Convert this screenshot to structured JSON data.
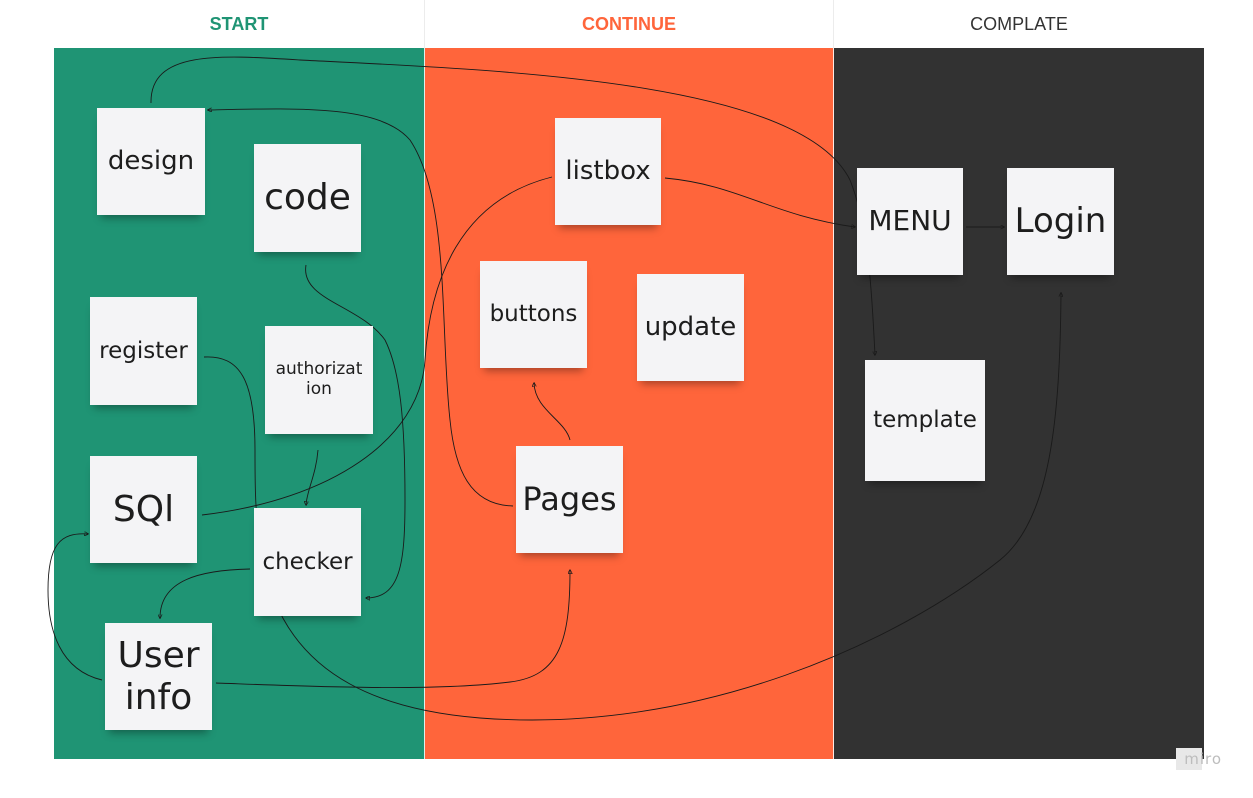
{
  "columns": [
    {
      "key": "start",
      "title": "START",
      "color": "#1f9474",
      "title_color": "#1f9474"
    },
    {
      "key": "continue",
      "title": "CONTINUE",
      "color": "#ff653b",
      "title_color": "#ff653b"
    },
    {
      "key": "complete",
      "title": "COMPLATE",
      "color": "#323232",
      "title_color": "#333333"
    }
  ],
  "stickies": {
    "design": "design",
    "code": "code",
    "register": "register",
    "authorization_line1": "authorizat",
    "authorization_line2": "ion",
    "sql": "SQl",
    "checker": "checker",
    "user_info_line1": "User",
    "user_info_line2": "info",
    "listbox": "listbox",
    "buttons": "buttons",
    "update": "update",
    "pages": "Pages",
    "menu": "MENU",
    "login": "Login",
    "template": "template"
  },
  "watermark": "miro",
  "colors": {
    "sticky_fill": "#f4f4f6",
    "connector": "#1a1a1a"
  }
}
